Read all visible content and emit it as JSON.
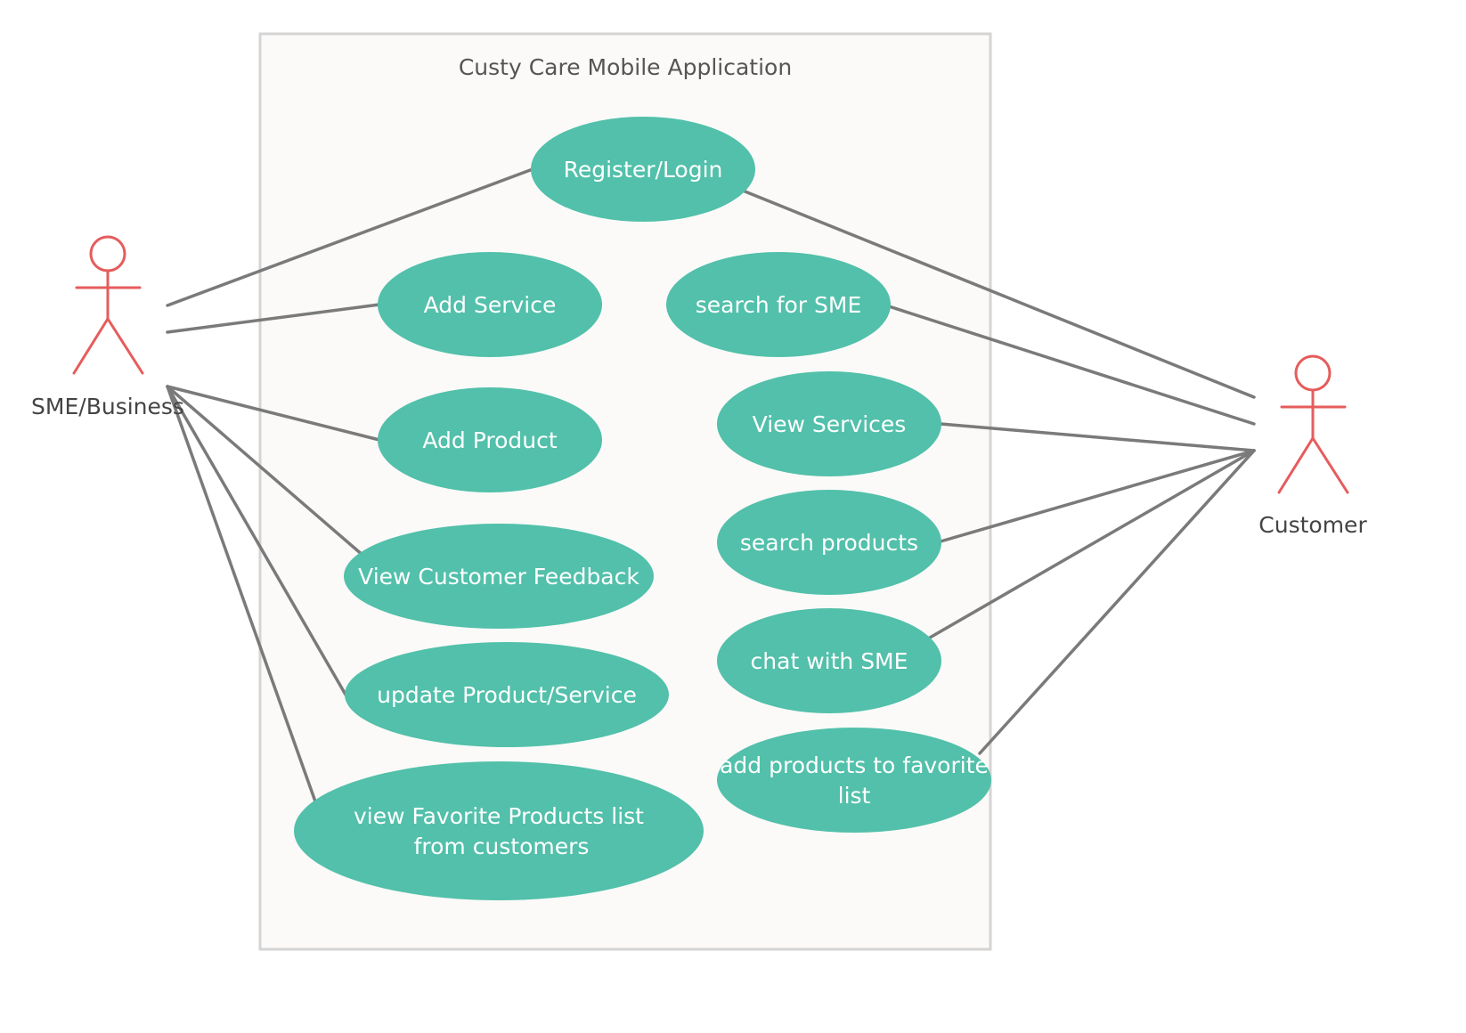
{
  "system": {
    "title": "Custy Care Mobile Application"
  },
  "actors": [
    {
      "id": "sme",
      "name": "SME/Business",
      "icon": "stick-figure-icon",
      "color": "#e65c5c"
    },
    {
      "id": "customer",
      "name": "Customer",
      "icon": "stick-figure-icon",
      "color": "#e65c5c"
    }
  ],
  "use_cases": [
    {
      "id": "uc-register-login",
      "lines": [
        "Register/Login"
      ]
    },
    {
      "id": "uc-add-service",
      "lines": [
        "Add Service"
      ]
    },
    {
      "id": "uc-search-sme",
      "lines": [
        "search for SME"
      ]
    },
    {
      "id": "uc-add-product",
      "lines": [
        "Add Product"
      ]
    },
    {
      "id": "uc-view-services",
      "lines": [
        "View Services"
      ]
    },
    {
      "id": "uc-view-feedback",
      "lines": [
        "View Customer Feedback"
      ]
    },
    {
      "id": "uc-search-products",
      "lines": [
        "search products"
      ]
    },
    {
      "id": "uc-chat-sme",
      "lines": [
        "chat with SME"
      ]
    },
    {
      "id": "uc-update-product-service",
      "lines": [
        "update Product/Service"
      ]
    },
    {
      "id": "uc-add-favorite",
      "lines": [
        "add products to favorite",
        "list"
      ]
    },
    {
      "id": "uc-view-favorites",
      "lines": [
        "view Favorite Products list",
        "from customers"
      ]
    }
  ],
  "associations": [
    {
      "actor": "sme",
      "use_case": "uc-register-login"
    },
    {
      "actor": "sme",
      "use_case": "uc-add-service"
    },
    {
      "actor": "sme",
      "use_case": "uc-add-product"
    },
    {
      "actor": "sme",
      "use_case": "uc-view-feedback"
    },
    {
      "actor": "sme",
      "use_case": "uc-update-product-service"
    },
    {
      "actor": "sme",
      "use_case": "uc-view-favorites"
    },
    {
      "actor": "customer",
      "use_case": "uc-register-login"
    },
    {
      "actor": "customer",
      "use_case": "uc-search-sme"
    },
    {
      "actor": "customer",
      "use_case": "uc-view-services"
    },
    {
      "actor": "customer",
      "use_case": "uc-search-products"
    },
    {
      "actor": "customer",
      "use_case": "uc-chat-sme"
    },
    {
      "actor": "customer",
      "use_case": "uc-add-favorite"
    }
  ],
  "colors": {
    "use_case_fill": "#52c0aa",
    "association": "#7a7a7a",
    "actor": "#e65c5c",
    "system_border": "#d4d4d4"
  }
}
